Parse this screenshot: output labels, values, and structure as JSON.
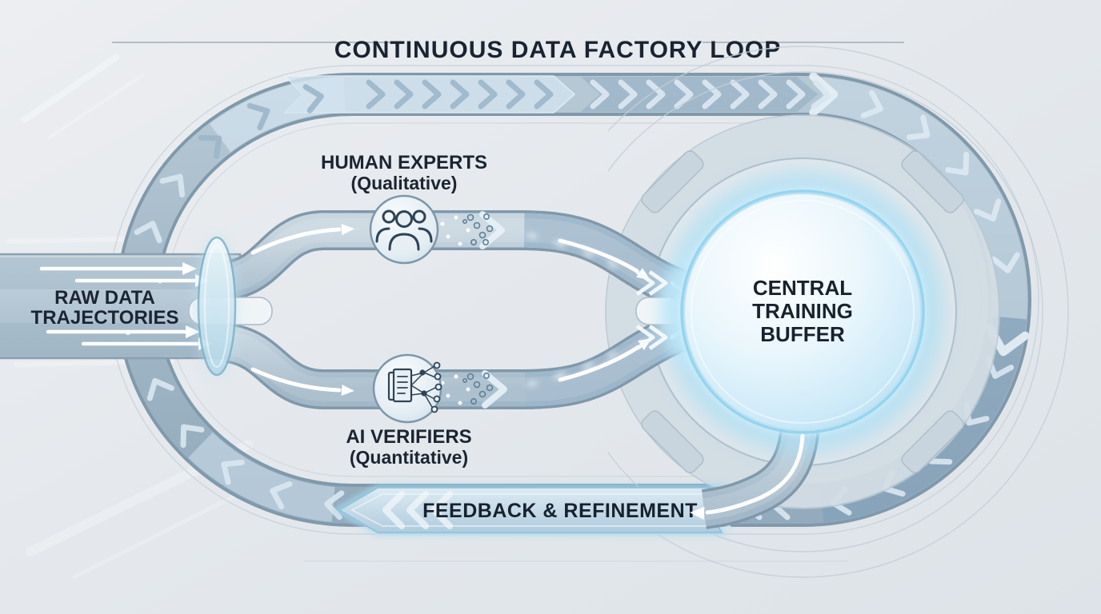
{
  "title": "CONTINUOUS DATA FACTORY LOOP",
  "nodes": {
    "raw_data": {
      "line1": "RAW DATA",
      "line2": "TRAJECTORIES"
    },
    "human_experts": {
      "line1": "HUMAN EXPERTS",
      "line2": "(Qualitative)",
      "icon": "people-group-icon"
    },
    "ai_verifiers": {
      "line1": "AI VERIFIERS",
      "line2": "(Quantitative)",
      "icon": "document-network-icon"
    },
    "central_buffer": {
      "line1": "CENTRAL",
      "line2": "TRAINING",
      "line3": "BUFFER"
    }
  },
  "flows": {
    "loop_direction": "clockwise",
    "feedback_label": "FEEDBACK & REFINEMENT"
  },
  "colors": {
    "background": "#e7eaee",
    "loop_band": "#a3b8c7",
    "band_light": "#d6e5ef",
    "pipe": "#b9cad7",
    "glow_accent": "#8fd9f5",
    "buffer_fill": "#cdeaf8",
    "text_dark": "#1a2430"
  }
}
